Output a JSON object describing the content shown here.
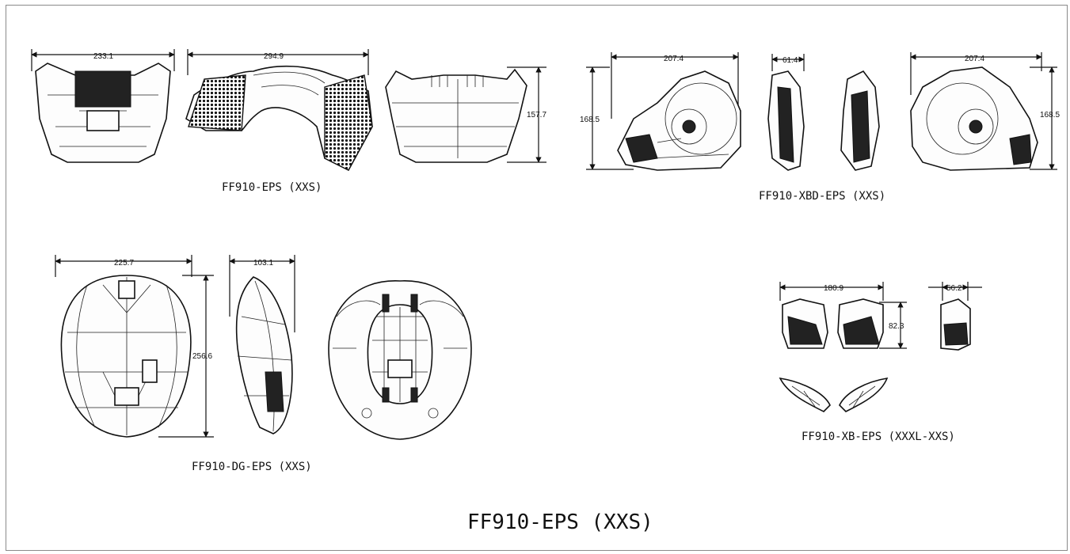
{
  "captions": {
    "eps": "FF910-EPS (XXS)",
    "xbd": "FF910-XBD-EPS (XXS)",
    "dg": "FF910-DG-EPS (XXS)",
    "xb": "FF910-XB-EPS (XXXL-XXS)",
    "sheet_title": "FF910-EPS (XXS)"
  },
  "dimensions": {
    "eps_front_width": "233.1",
    "eps_flat_width": "294.9",
    "eps_back_height": "157.7",
    "xbd_left_height": "168.5",
    "xbd_left_width": "207.4",
    "xbd_edge_width": "61.4",
    "xbd_right_width": "207.4",
    "xbd_right_height": "168.5",
    "dg_top_width": "225.7",
    "dg_top_height": "256.6",
    "dg_side_width": "103.1",
    "xb_width": "180.9",
    "xb_height": "82.3",
    "xb_side_width": "56.2"
  }
}
